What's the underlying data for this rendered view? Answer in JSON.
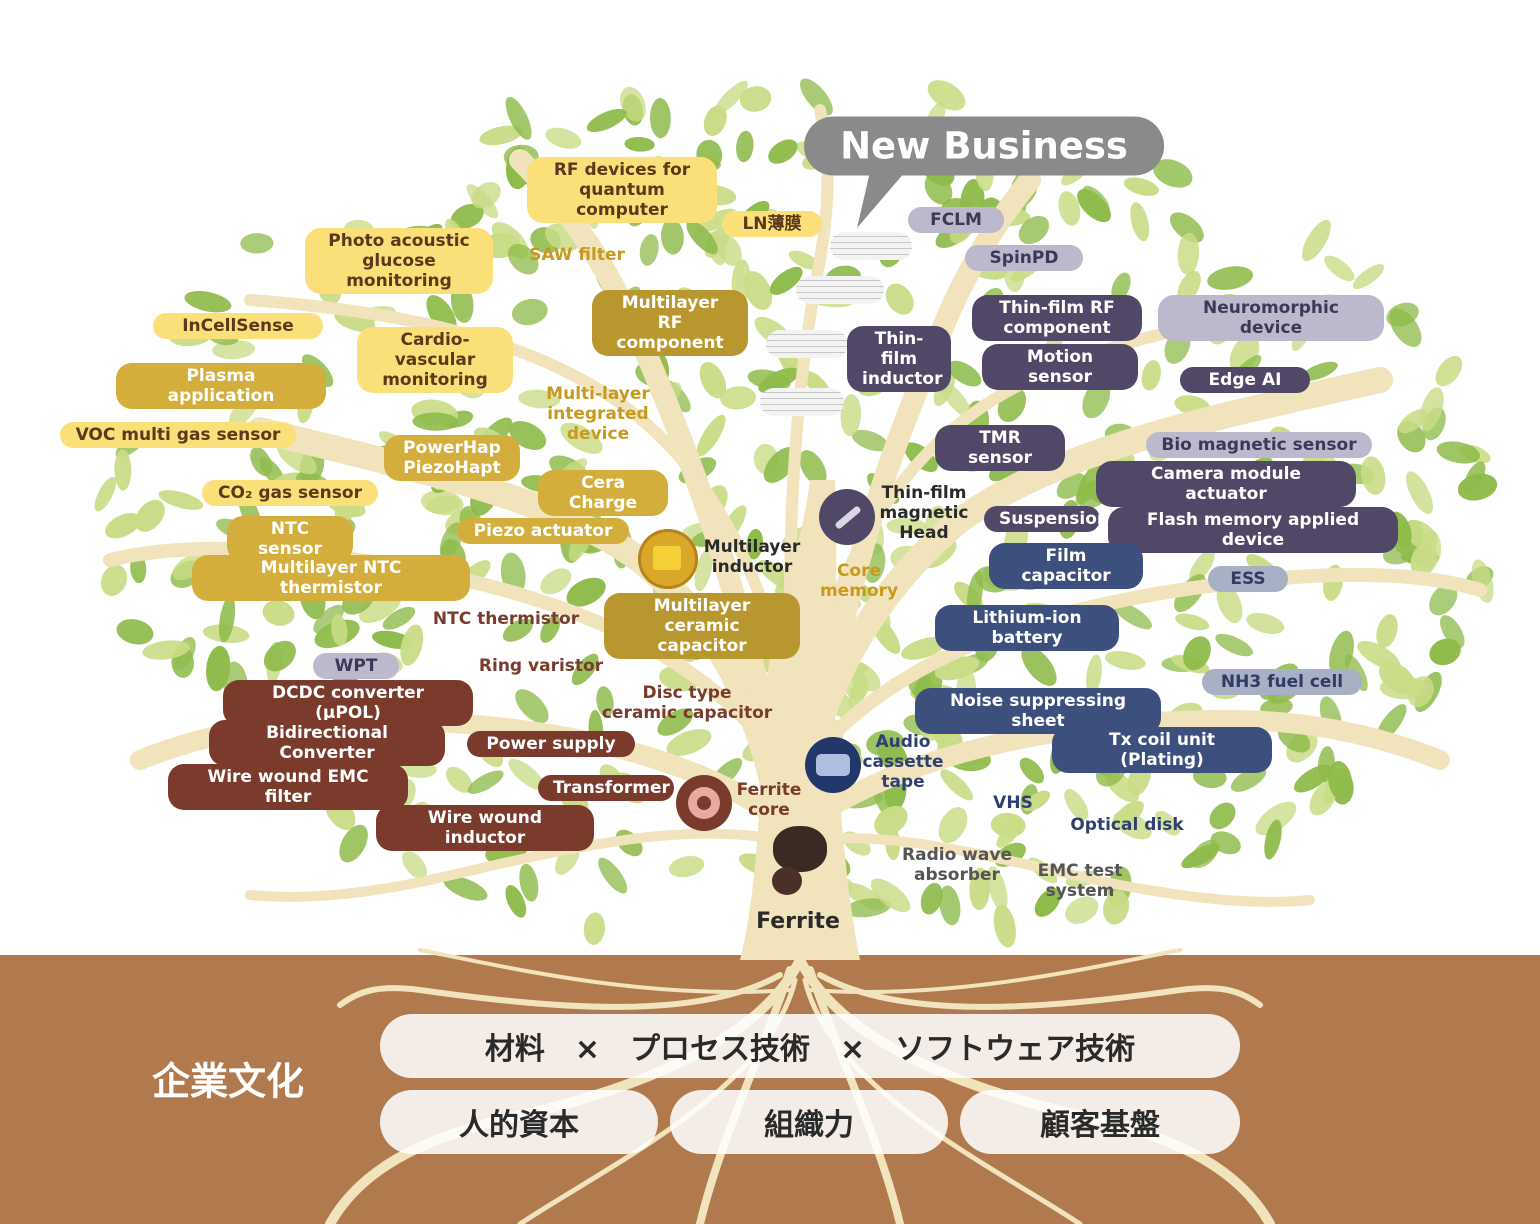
{
  "bubble": "New Business",
  "trunk_label": "Ferrite",
  "culture_label": "企業文化",
  "roots": {
    "technology": "材料　×　プロセス技術　×　ソフトウェア技術",
    "human_capital": "人的資本",
    "organization": "組織力",
    "customer_base": "顧客基盤"
  },
  "colors": {
    "leaf_light": "#c9dc86",
    "leaf_dark": "#8fbb4b",
    "trunk": "#f1e3bb",
    "soil": "#b07a4e",
    "yellow": "#fbe07a",
    "gold": "#d4ae3c",
    "brown": "#7a3a2c",
    "navy": "#3d4f7d",
    "purple": "#514766",
    "gray": "#bdb9cc"
  },
  "labels": [
    {
      "id": "rf-quantum",
      "text": "RF devices for\nquantum computer",
      "style": "c-yel"
    },
    {
      "id": "ln-film",
      "text": "LN薄膜",
      "style": "c-yel"
    },
    {
      "id": "photo-acoustic",
      "text": "Photo acoustic\nglucose\nmonitoring",
      "style": "c-yel"
    },
    {
      "id": "saw-filter",
      "text": "SAW filter",
      "style": "txt-gold"
    },
    {
      "id": "incellsense",
      "text": "InCellSense",
      "style": "c-yel"
    },
    {
      "id": "cardio",
      "text": "Cardio-\nvascular\nmonitoring",
      "style": "c-yel"
    },
    {
      "id": "multilayer-rf",
      "text": "Multilayer RF\ncomponent",
      "style": "c-tan"
    },
    {
      "id": "plasma",
      "text": "Plasma application",
      "style": "c-gold"
    },
    {
      "id": "voc",
      "text": "VOC multi gas sensor",
      "style": "c-yel"
    },
    {
      "id": "multilayer-integrated",
      "text": "Multi-layer\nintegrated\ndevice",
      "style": "txt-gold"
    },
    {
      "id": "powerhap",
      "text": "PowerHap\nPiezoHapt",
      "style": "c-gold"
    },
    {
      "id": "co2",
      "text": "CO₂ gas sensor",
      "style": "c-yel"
    },
    {
      "id": "cera-charge",
      "text": "Cera Charge",
      "style": "c-gold"
    },
    {
      "id": "piezo-actuator",
      "text": "Piezo actuator",
      "style": "c-gold"
    },
    {
      "id": "ntc-sensor",
      "text": "NTC sensor",
      "style": "c-gold"
    },
    {
      "id": "multilayer-ntc",
      "text": "Multilayer NTC thermistor",
      "style": "c-gold"
    },
    {
      "id": "multilayer-inductor",
      "text": "Multilayer\ninductor",
      "style": "txt-dark"
    },
    {
      "id": "ntc-thermistor",
      "text": "NTC thermistor",
      "style": "txt-brown"
    },
    {
      "id": "mlcc",
      "text": "Multilayer\nceramic capacitor",
      "style": "c-tan"
    },
    {
      "id": "wpt",
      "text": "WPT",
      "style": "c-lgray"
    },
    {
      "id": "ring-varistor",
      "text": "Ring varistor",
      "style": "txt-brown"
    },
    {
      "id": "dcdc",
      "text": "DCDC converter (μPOL)",
      "style": "c-brown"
    },
    {
      "id": "disc-cap",
      "text": "Disc type\nceramic capacitor",
      "style": "txt-brown"
    },
    {
      "id": "bidirectional",
      "text": "Bidirectional Converter",
      "style": "c-brown"
    },
    {
      "id": "power-supply",
      "text": "Power supply",
      "style": "c-brown"
    },
    {
      "id": "wire-emc",
      "text": "Wire wound EMC filter",
      "style": "c-brown"
    },
    {
      "id": "transformer",
      "text": "Transformer",
      "style": "c-brown"
    },
    {
      "id": "ferrite-core",
      "text": "Ferrite\ncore",
      "style": "txt-brown"
    },
    {
      "id": "wire-inductor",
      "text": "Wire wound inductor",
      "style": "c-brown"
    },
    {
      "id": "fclm",
      "text": "FCLM",
      "style": "c-lgray"
    },
    {
      "id": "spinpd",
      "text": "SpinPD",
      "style": "c-lgray"
    },
    {
      "id": "thinfilm-rf",
      "text": "Thin-film RF\ncomponent",
      "style": "c-purp"
    },
    {
      "id": "neuromorphic",
      "text": "Neuromorphic device",
      "style": "c-lgray"
    },
    {
      "id": "thinfilm-inductor",
      "text": "Thin-film\ninductor",
      "style": "c-purp"
    },
    {
      "id": "motion-sensor",
      "text": "Motion sensor",
      "style": "c-purp"
    },
    {
      "id": "edge-ai",
      "text": "Edge AI",
      "style": "c-purp"
    },
    {
      "id": "tmr-sensor",
      "text": "TMR sensor",
      "style": "c-purp"
    },
    {
      "id": "bio-magnetic",
      "text": "Bio magnetic sensor",
      "style": "c-lgray"
    },
    {
      "id": "camera-actuator",
      "text": "Camera module actuator",
      "style": "c-purp"
    },
    {
      "id": "magnetic-head",
      "text": "Thin-film\nmagnetic\nHead",
      "style": "txt-dark"
    },
    {
      "id": "suspension",
      "text": "Suspension",
      "style": "c-purp"
    },
    {
      "id": "flash-memory",
      "text": "Flash memory applied device",
      "style": "c-purp"
    },
    {
      "id": "core-memory",
      "text": "Core\nmemory",
      "style": "txt-gold"
    },
    {
      "id": "film-capacitor",
      "text": "Film capacitor",
      "style": "c-navy"
    },
    {
      "id": "ess",
      "text": "ESS",
      "style": "c-bgray"
    },
    {
      "id": "lithium",
      "text": "Lithium-ion battery",
      "style": "c-navy"
    },
    {
      "id": "nh3",
      "text": "NH3 fuel cell",
      "style": "c-bgray"
    },
    {
      "id": "noise-sheet",
      "text": "Noise suppressing sheet",
      "style": "c-navy"
    },
    {
      "id": "tx-coil",
      "text": "Tx coil unit (Plating)",
      "style": "c-navy"
    },
    {
      "id": "audio-tape",
      "text": "Audio\ncassette\ntape",
      "style": "txt-navy"
    },
    {
      "id": "vhs",
      "text": "VHS",
      "style": "txt-navy"
    },
    {
      "id": "optical-disk",
      "text": "Optical disk",
      "style": "txt-navy"
    },
    {
      "id": "radio-absorber",
      "text": "Radio wave\nabsorber",
      "style": "txt-gray"
    },
    {
      "id": "emc-test",
      "text": "EMC test\nsystem",
      "style": "txt-gray"
    }
  ]
}
